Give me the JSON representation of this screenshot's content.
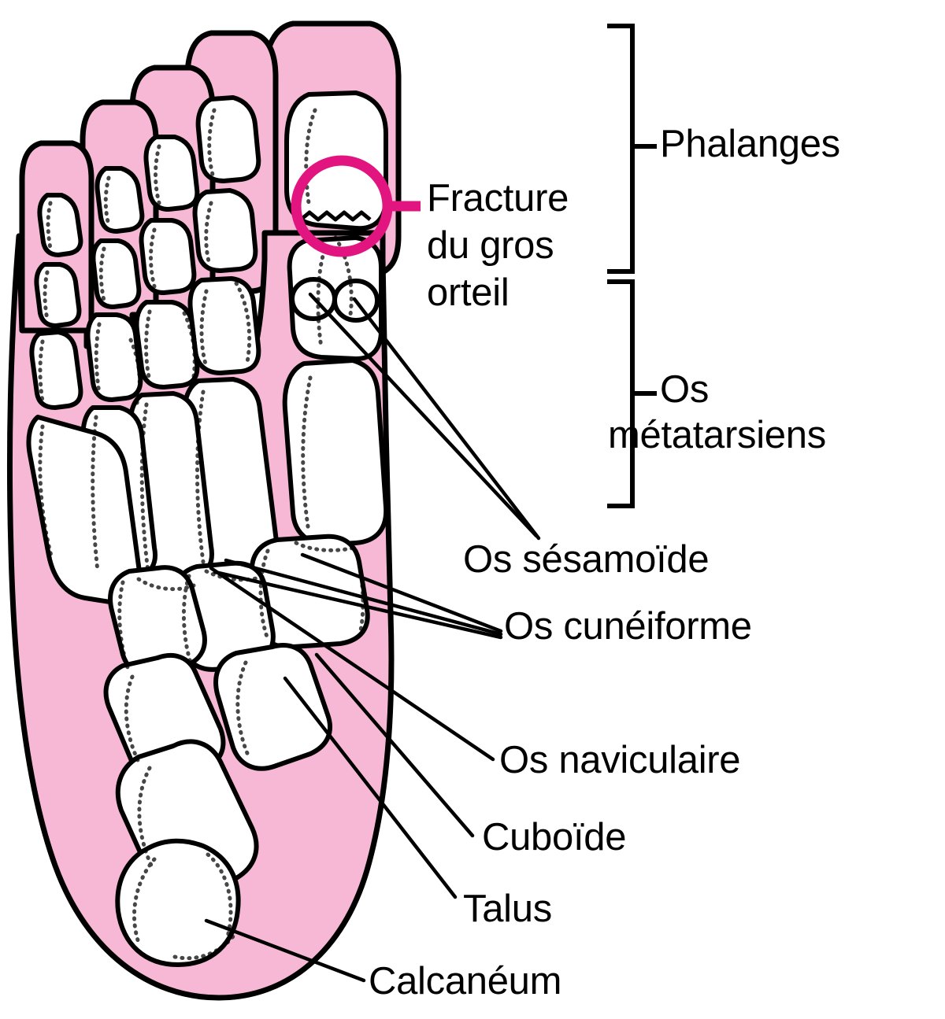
{
  "figure": {
    "type": "anatomical-diagram",
    "subject": "Pied (vue dorsale) - os du pied avec fracture du gros orteil",
    "language": "fr"
  },
  "colors": {
    "skin_fill": "#F6B8D4",
    "bone_fill": "#FFFFFF",
    "outline": "#000000",
    "highlight": "#E2147F",
    "background": "#FFFFFF"
  },
  "brackets": [
    {
      "id": "phalanges",
      "label": "Phalanges"
    },
    {
      "id": "metatarsiens",
      "label": "Os\nmétatarsiens",
      "line1": "Os",
      "line2": "métatarsiens"
    }
  ],
  "callouts": [
    {
      "id": "fracture",
      "label": "Fracture\ndu gros\norteil",
      "line1": "Fracture",
      "line2": "du gros",
      "line3": "orteil",
      "highlight": true
    },
    {
      "id": "sesamoide",
      "label": "Os sésamoïde",
      "highlight": false
    },
    {
      "id": "cuneiforme",
      "label": "Os cunéiforme",
      "highlight": false
    },
    {
      "id": "naviculaire",
      "label": "Os naviculaire",
      "highlight": false
    },
    {
      "id": "cuboide",
      "label": "Cuboïde",
      "highlight": false
    },
    {
      "id": "talus",
      "label": "Talus",
      "highlight": false
    },
    {
      "id": "calcaneum",
      "label": "Calcanéum",
      "highlight": false
    }
  ],
  "icons": {
    "fracture_circle": "circle-highlight-icon",
    "bracket": "brace-icon",
    "leader": "leader-line-icon"
  }
}
